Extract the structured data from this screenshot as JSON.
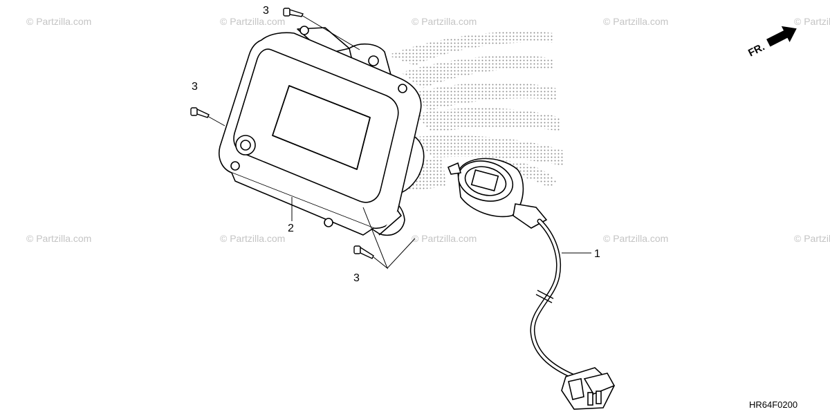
{
  "watermark": "© Partzilla.com",
  "diagram_code": "HR64F0200",
  "direction_label": "FR.",
  "callouts": {
    "cable": "1",
    "meter": "2",
    "screw_top": "3",
    "screw_left": "3",
    "screw_bottom": "3"
  },
  "colors": {
    "line": "#000000",
    "watermark": "#c4c4c4",
    "halftone": "#8a8a8a"
  }
}
